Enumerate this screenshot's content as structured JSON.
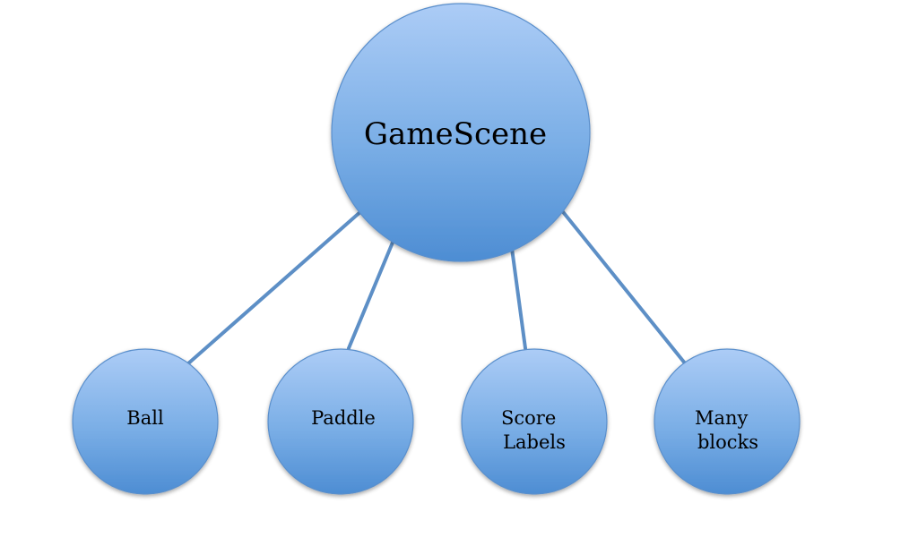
{
  "diagram": {
    "root": {
      "label": "GameScene"
    },
    "children": [
      {
        "lines": [
          "Ball"
        ]
      },
      {
        "lines": [
          "Paddle"
        ]
      },
      {
        "lines": [
          "Score",
          "Labels"
        ]
      },
      {
        "lines": [
          "Many",
          "blocks"
        ]
      }
    ]
  },
  "colors": {
    "node_fill_top": "#acccf6",
    "node_fill_bottom": "#4d8dd3",
    "connector": "#5d8fc6",
    "text": "#000000"
  }
}
